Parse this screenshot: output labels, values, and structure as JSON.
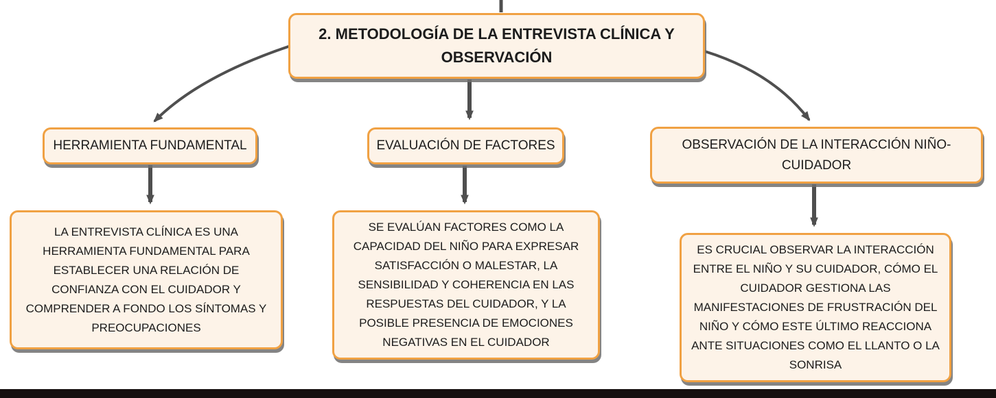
{
  "diagram": {
    "title": "2. METODOLOGÍA DE LA ENTREVISTA CLÍNICA Y OBSERVACIÓN",
    "branches": [
      {
        "label": "HERRAMIENTA FUNDAMENTAL",
        "detail": "LA ENTREVISTA CLÍNICA ES UNA HERRAMIENTA FUNDAMENTAL PARA ESTABLECER UNA RELACIÓN DE CONFIANZA CON EL CUIDADOR Y COMPRENDER A FONDO LOS SÍNTOMAS Y PREOCUPACIONES"
      },
      {
        "label": "EVALUACIÓN DE FACTORES",
        "detail": "SE EVALÚAN FACTORES COMO LA CAPACIDAD DEL NIÑO PARA EXPRESAR SATISFACCIÓN O MALESTAR, LA SENSIBILIDAD Y COHERENCIA EN LAS RESPUESTAS DEL CUIDADOR, Y LA POSIBLE PRESENCIA DE EMOCIONES NEGATIVAS EN EL CUIDADOR"
      },
      {
        "label": "OBSERVACIÓN DE LA INTERACCIÓN NIÑO-CUIDADOR",
        "detail": "ES CRUCIAL OBSERVAR LA INTERACCIÓN ENTRE EL NIÑO Y SU CUIDADOR, CÓMO EL CUIDADOR GESTIONA LAS MANIFESTACIONES DE FRUSTRACIÓN DEL NIÑO Y CÓMO ESTE ÚLTIMO REACCIONA ANTE SITUACIONES COMO EL LLANTO O LA SONRISA"
      }
    ],
    "colors": {
      "node_border": "#F0A143",
      "node_background": "#FDF3E8",
      "text": "#1C1C1C",
      "connector": "#4F4F4F",
      "shadow": "#6E6E6E",
      "bottom_strip": "#161010"
    }
  }
}
